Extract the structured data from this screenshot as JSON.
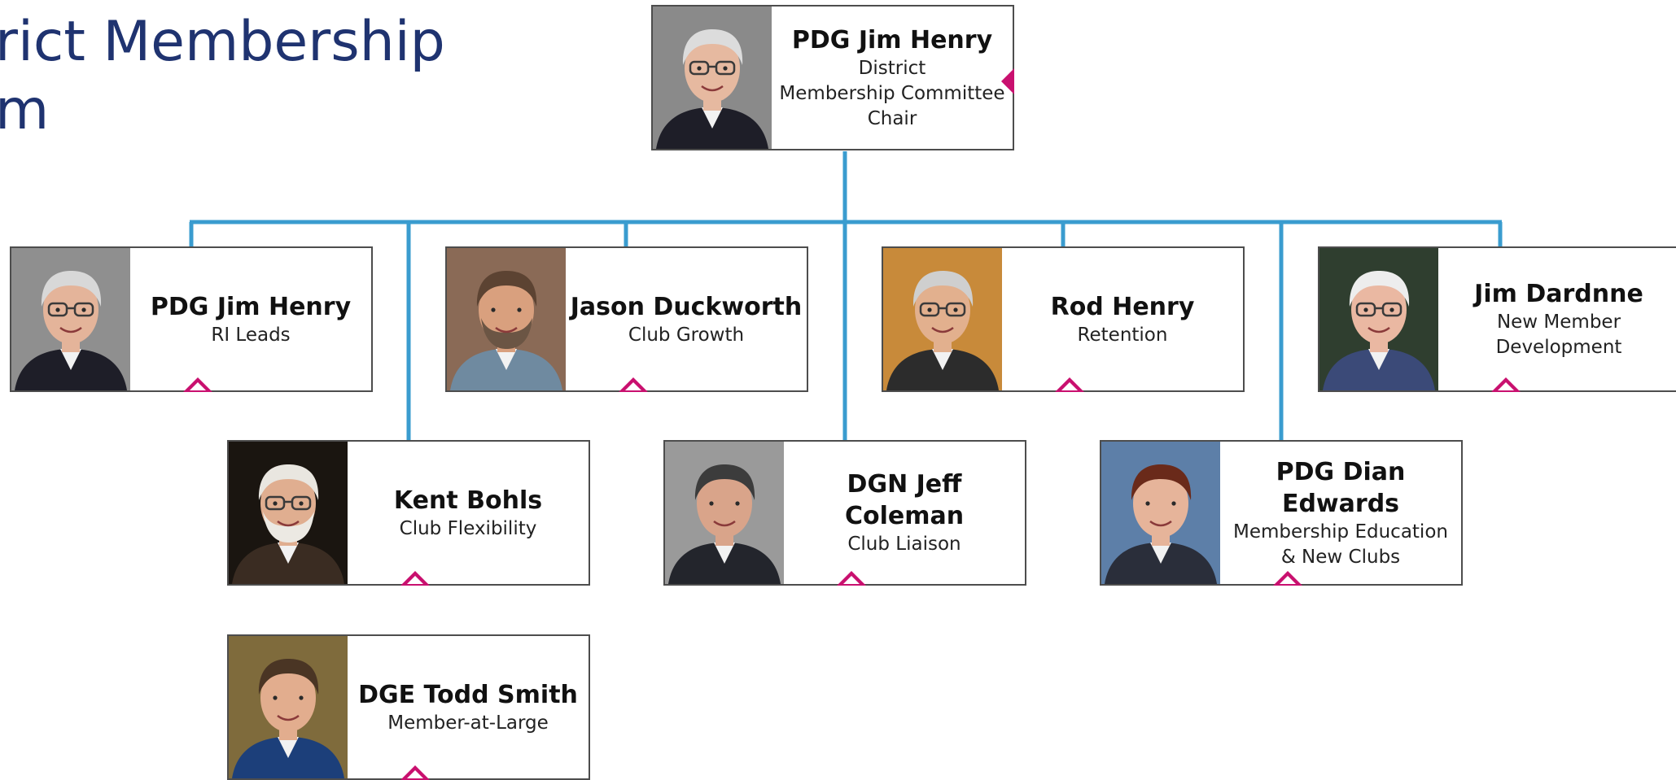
{
  "title": "rict Membership\nm",
  "colors": {
    "title": "#1f3370",
    "connector": "#3a9ccf",
    "marker": "#c9106f",
    "border": "#4d4d4d"
  },
  "nodes": [
    {
      "id": "chair",
      "name": "PDG Jim Henry",
      "role": "District\nMembership Committee\nChair",
      "photo": {
        "bg": "#8a8a8a",
        "skin": "#e6b9a0",
        "hair": "#dcdcdc",
        "suit": "#1e1e28",
        "glasses": true
      }
    },
    {
      "id": "henry-ri",
      "name": "PDG Jim Henry",
      "role": "RI Leads",
      "photo": {
        "bg": "#8f8f8f",
        "skin": "#e4b49a",
        "hair": "#d8d8d8",
        "suit": "#1e1e28",
        "glasses": true
      }
    },
    {
      "id": "duckworth",
      "name": "Jason Duckworth",
      "role": "Club Growth",
      "photo": {
        "bg": "#8a6a56",
        "skin": "#d9a07e",
        "hair": "#5c4332",
        "suit": "#6f8aa0",
        "glasses": false,
        "beard": "#6b5544"
      }
    },
    {
      "id": "rod-henry",
      "name": "Rod Henry",
      "role": "Retention",
      "photo": {
        "bg": "#c88a3a",
        "skin": "#e2b08e",
        "hair": "#cfcfcf",
        "suit": "#2c2c2c",
        "glasses": true
      }
    },
    {
      "id": "dardnne",
      "name": "Jim Dardnne",
      "role": "New Member\nDevelopment",
      "photo": {
        "bg": "#2f3e2f",
        "skin": "#eab8a2",
        "hair": "#ededed",
        "suit": "#3b4a78",
        "glasses": true
      }
    },
    {
      "id": "bohls",
      "name": "Kent Bohls",
      "role": "Club Flexibility",
      "photo": {
        "bg": "#1a1510",
        "skin": "#e0ae90",
        "hair": "#e9e6e0",
        "suit": "#3a2c22",
        "glasses": true,
        "beard": "#ece9e3"
      }
    },
    {
      "id": "coleman",
      "name": "DGN Jeff\nColeman",
      "role": "Club Liaison",
      "photo": {
        "bg": "#9a9a9a",
        "skin": "#d9a48a",
        "hair": "#3c3c3c",
        "suit": "#23252c",
        "glasses": false
      }
    },
    {
      "id": "edwards",
      "name": "PDG Dian\nEdwards",
      "role": "Membership Education\n& New Clubs",
      "photo": {
        "bg": "#5d7fa8",
        "skin": "#e6b49a",
        "hair": "#6a2a1a",
        "suit": "#2a2e3a",
        "glasses": false
      }
    },
    {
      "id": "smith",
      "name": "DGE Todd Smith",
      "role": "Member-at-Large",
      "photo": {
        "bg": "#7f6b3c",
        "skin": "#e2ad8e",
        "hair": "#4a3524",
        "suit": "#1c3f7a",
        "glasses": false
      }
    }
  ]
}
